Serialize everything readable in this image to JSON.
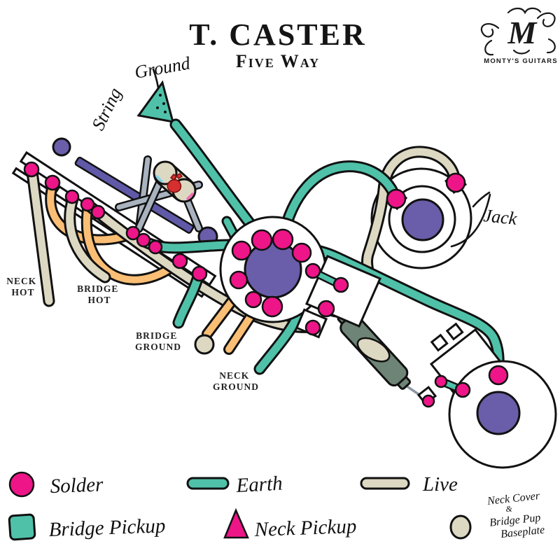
{
  "header": {
    "title": "T. CASTER",
    "subtitle": "Five Way"
  },
  "logo": {
    "monogram": "M",
    "name": "MONTY'S GUITARS"
  },
  "annotations": {
    "string_ground": {
      "word1": "String",
      "word2": "Ground"
    },
    "jack": "Jack",
    "neck_hot": {
      "line1": "NECK",
      "line2": "HOT"
    },
    "bridge_hot": {
      "line1": "BRIDGE",
      "line2": "HOT"
    },
    "bridge_ground": {
      "line1": "BRIDGE",
      "line2": "GROUND"
    },
    "neck_ground": {
      "line1": "NECK",
      "line2": "GROUND"
    }
  },
  "legend": {
    "solder": "Solder",
    "earth": "Earth",
    "live": "Live",
    "bridge_pickup": "Bridge Pickup",
    "neck_pickup": "Neck Pickup",
    "baseplate": {
      "line1": "Neck Cover",
      "line2": "&",
      "line3": "Bridge Pup",
      "line4": "Baseplate"
    }
  },
  "colors": {
    "solder_pink": "#ee1588",
    "earth_teal": "#4fc1a9",
    "live_cream": "#ddd8c2",
    "wire_orange": "#fabe75",
    "pot_purple": "#6a5da9",
    "lever_purple": "#6059a8",
    "bracket_gray": "#a9b3bf",
    "lead_gray": "#8b97a3",
    "cap_green": "#6e8476",
    "fist_red": "#d62f2f",
    "ink": "#141414"
  }
}
